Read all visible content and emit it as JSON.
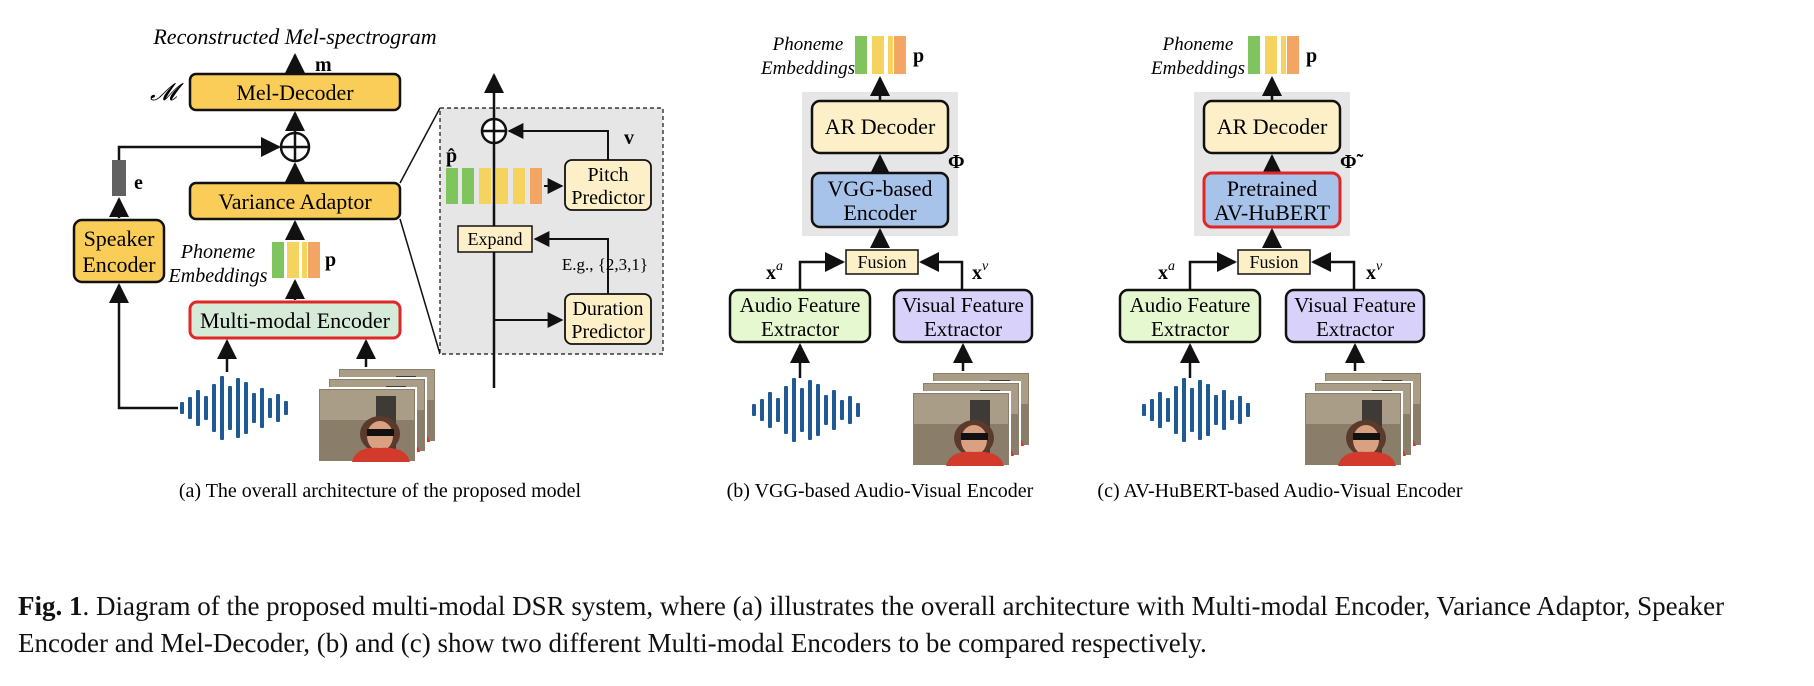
{
  "panel_a": {
    "output_title": "Reconstructed Mel-spectrogram",
    "m_label": "m",
    "script_m": "𝓜",
    "mel_decoder": "Mel-Decoder",
    "variance_adaptor": "Variance Adaptor",
    "speaker_encoder_l1": "Speaker",
    "speaker_encoder_l2": "Encoder",
    "e_label": "e",
    "phoneme_l1": "Phoneme",
    "phoneme_l2": "Embeddings",
    "p_label": "p",
    "mm_encoder": "Multi-modal Encoder",
    "caption": "(a) The overall architecture of the proposed model"
  },
  "variance_detail": {
    "p_hat": "p̂",
    "v_label": "v",
    "pitch_l1": "Pitch",
    "pitch_l2": "Predictor",
    "expand": "Expand",
    "eg": "E.g., {2,3,1}",
    "duration_l1": "Duration",
    "duration_l2": "Predictor"
  },
  "panel_b": {
    "phoneme_l1": "Phoneme",
    "phoneme_l2": "Embeddings",
    "p_label": "p",
    "ar_decoder": "AR Decoder",
    "phi": "Φ",
    "encoder_l1": "VGG-based",
    "encoder_l2": "Encoder",
    "fusion": "Fusion",
    "xa": "x",
    "xa_sup": "a",
    "xv": "x",
    "xv_sup": "v",
    "audio_l1": "Audio Feature",
    "audio_l2": "Extractor",
    "visual_l1": "Visual Feature",
    "visual_l2": "Extractor",
    "caption": "(b) VGG-based Audio-Visual Encoder"
  },
  "panel_c": {
    "phoneme_l1": "Phoneme",
    "phoneme_l2": "Embeddings",
    "p_label": "p",
    "ar_decoder": "AR Decoder",
    "phi": "Φ̃",
    "encoder_l1": "Pretrained",
    "encoder_l2": "AV-HuBERT",
    "fusion": "Fusion",
    "xa": "x",
    "xa_sup": "a",
    "xv": "x",
    "xv_sup": "v",
    "audio_l1": "Audio Feature",
    "audio_l2": "Extractor",
    "visual_l1": "Visual Feature",
    "visual_l2": "Extractor",
    "caption": "(c) AV-HuBERT-based Audio-Visual Encoder"
  },
  "figure_caption": {
    "label": "Fig. 1",
    "text": ". Diagram of the proposed multi-modal DSR system, where (a) illustrates the overall architecture with Multi-modal Encoder, Variance Adaptor, Speaker Encoder and Mel-Decoder, (b) and (c) show two different Multi-modal Encoders to be compared respectively."
  },
  "colors": {
    "yellow_box": "#f9cd57",
    "cream_box": "#fdf0c8",
    "green_box": "#e6f8cf",
    "violet_box": "#d8d2fb",
    "blue_box": "#a7c3ea",
    "mint_box": "#d5ead7",
    "red_border": "#e12626",
    "gray_bg": "#e6e6e6",
    "waveform": "#1f5a95",
    "bar_green": "#7fc45c",
    "bar_yellow": "#f4d35e",
    "bar_orange": "#f3a563",
    "speaker_bar": "#616161"
  }
}
